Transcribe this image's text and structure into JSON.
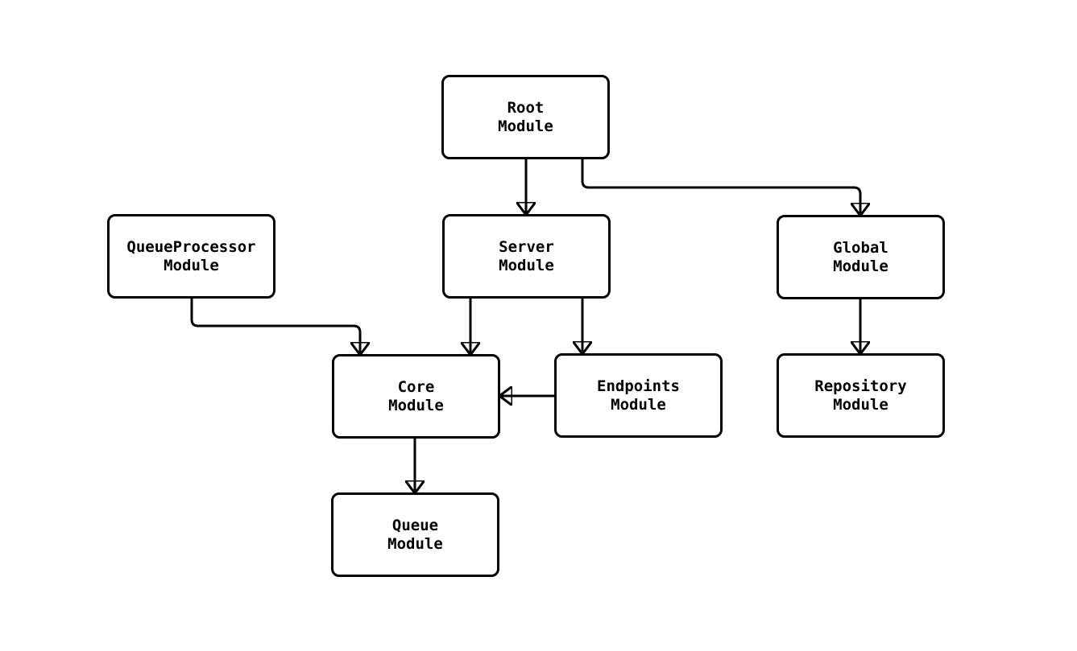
{
  "diagram": {
    "type": "flowchart",
    "description": "Module dependency diagram",
    "colors": {
      "background": "#ffffff",
      "node_fill": "#ffffff",
      "node_stroke": "#000000",
      "edge_stroke": "#000000",
      "text": "#000000"
    },
    "nodes": [
      {
        "id": "root",
        "line1": "Root",
        "line2": "Module"
      },
      {
        "id": "queueprocessor",
        "line1": "QueueProcessor",
        "line2": "Module"
      },
      {
        "id": "server",
        "line1": "Server",
        "line2": "Module"
      },
      {
        "id": "global",
        "line1": "Global",
        "line2": "Module"
      },
      {
        "id": "core",
        "line1": "Core",
        "line2": "Module"
      },
      {
        "id": "endpoints",
        "line1": "Endpoints",
        "line2": "Module"
      },
      {
        "id": "repository",
        "line1": "Repository",
        "line2": "Module"
      },
      {
        "id": "queue",
        "line1": "Queue",
        "line2": "Module"
      }
    ],
    "edges": [
      {
        "from": "root",
        "to": "server"
      },
      {
        "from": "root",
        "to": "global"
      },
      {
        "from": "queueprocessor",
        "to": "core"
      },
      {
        "from": "server",
        "to": "core"
      },
      {
        "from": "server",
        "to": "endpoints"
      },
      {
        "from": "endpoints",
        "to": "core"
      },
      {
        "from": "global",
        "to": "repository"
      },
      {
        "from": "core",
        "to": "queue"
      }
    ]
  }
}
